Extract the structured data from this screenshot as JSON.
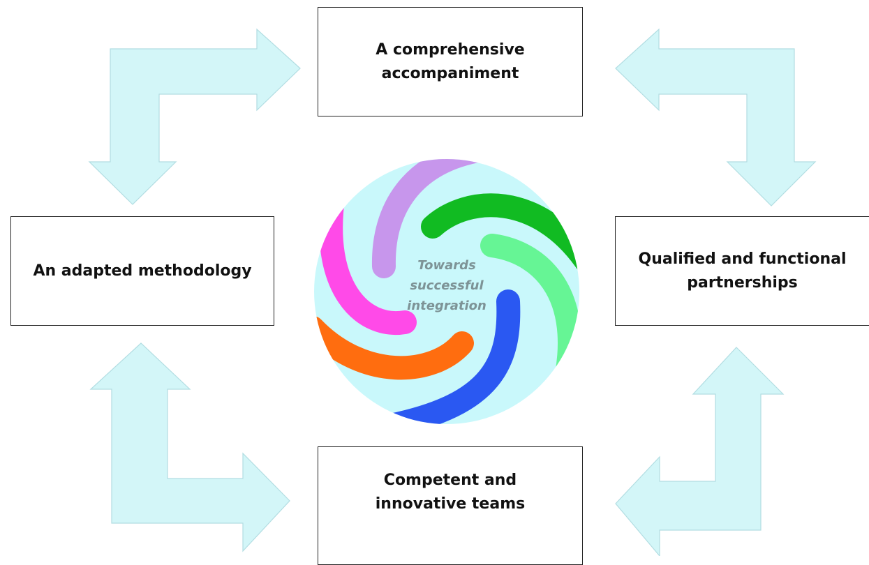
{
  "boxes": {
    "top": "A comprehensive\naccompaniment",
    "left": "An adapted methodology",
    "right": "Qualified and functional\npartnerships",
    "bottom": "Competent and\ninnovative teams"
  },
  "center": {
    "text": "Towards\nsuccessful\nintegration"
  },
  "colors": {
    "arrow_fill": "#d3f6f8",
    "arrow_stroke": "#b2dde2",
    "circle_fill": "#c9f8fb",
    "box_border": "#222222",
    "center_text": "#7d9396",
    "swirl": [
      "#c796ec",
      "#11bb22",
      "#66f595",
      "#2a58f2",
      "#ff6d0f",
      "#ff4ae8"
    ]
  }
}
